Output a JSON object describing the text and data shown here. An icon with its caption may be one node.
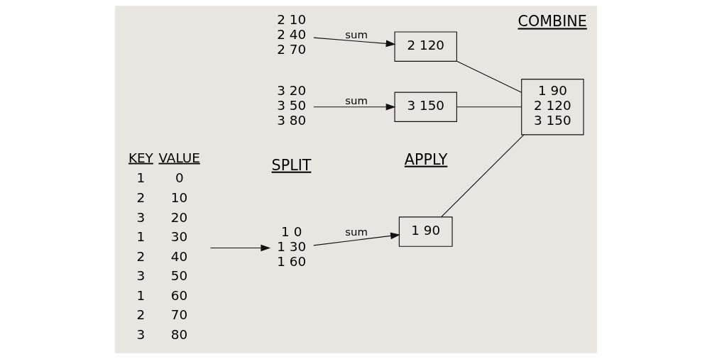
{
  "diagram": {
    "nodes": [
      {
        "text": [
          "KEY",
          "VALUE",
          "1",
          "0",
          "2",
          "10",
          "3",
          "20",
          "1",
          "30",
          "2",
          "40",
          "3",
          "50",
          "1",
          "60",
          "2",
          "70",
          "3",
          "80"
        ]
      },
      {
        "text": [
          "1 0",
          "1 30",
          "1 60"
        ]
      },
      {
        "text": [
          "2 10",
          "2 40",
          "2 70"
        ]
      },
      {
        "text": [
          "3 20",
          "3 50",
          "3 80"
        ]
      },
      {
        "text": [
          "1 90"
        ]
      },
      {
        "text": [
          "2 120"
        ]
      },
      {
        "text": [
          "3 150"
        ]
      },
      {
        "text": [
          "1 90",
          "2 120",
          "3 150"
        ]
      }
    ],
    "edges": [
      {
        "from": 0,
        "to": 1,
        "arrow": "to"
      },
      {
        "from": 1,
        "to": 4,
        "arrow": "to",
        "label": "sum"
      },
      {
        "from": 2,
        "to": 5,
        "arrow": "to",
        "label": "sum"
      },
      {
        "from": 3,
        "to": 6,
        "arrow": "to",
        "label": "sum"
      },
      {
        "from": 4,
        "to": 7,
        "arrow": "none"
      },
      {
        "from": 5,
        "to": 7,
        "arrow": "none"
      },
      {
        "from": 6,
        "to": 7,
        "arrow": "none"
      }
    ],
    "labels": [
      "SPLIT",
      "APPLY",
      "COMBINE"
    ]
  }
}
